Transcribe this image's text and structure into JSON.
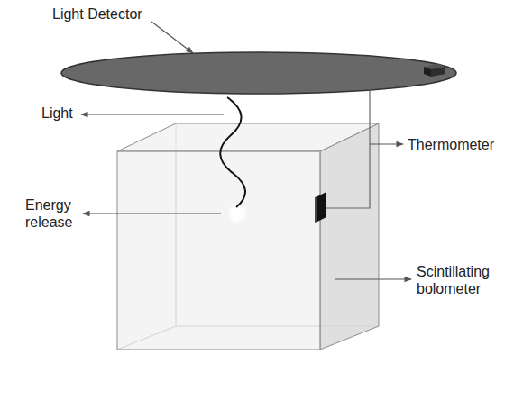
{
  "diagram": {
    "labels": [
      "Light Detector",
      "Light",
      "Thermometer",
      "Energy release",
      "Scintillating bolometer"
    ]
  }
}
